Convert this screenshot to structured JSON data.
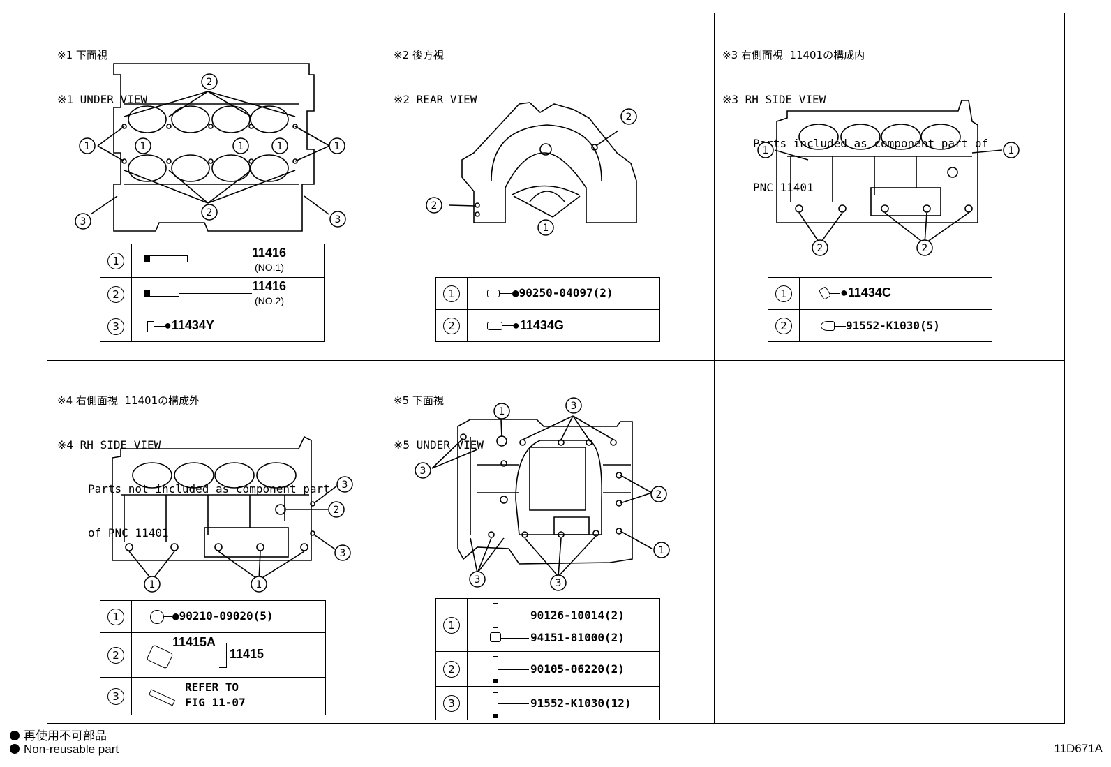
{
  "panels": {
    "p1": {
      "jp": "※1 下面視",
      "en": "※1 UNDER VIEW"
    },
    "p2": {
      "jp": "※2 後方視",
      "en": "※2 REAR VIEW"
    },
    "p3": {
      "jp": "※3 右側面視  11401の構成内",
      "en": "※3 RH SIDE VIEW",
      "desc1": "Parts included as component part of",
      "desc2": "PNC 11401"
    },
    "p4": {
      "jp": "※4 右側面視  11401の構成外",
      "en": "※4 RH SIDE VIEW",
      "desc1": "Parts not included as component part",
      "desc2": "of PNC 11401"
    },
    "p5": {
      "jp": "※5 下面視",
      "en": "※5 UNDER VIEW"
    }
  },
  "callouts": {
    "c1": "1",
    "c2": "2",
    "c3": "3"
  },
  "tables": {
    "p1": [
      {
        "n": "1",
        "pn": "11416",
        "sub": "(NO.1)"
      },
      {
        "n": "2",
        "pn": "11416",
        "sub": "(NO.2)"
      },
      {
        "n": "3",
        "pn": "●11434Y"
      }
    ],
    "p2": [
      {
        "n": "1",
        "pn": "●90250-04097(2)"
      },
      {
        "n": "2",
        "pn": "●11434G"
      }
    ],
    "p3": [
      {
        "n": "1",
        "pn": "●11434C"
      },
      {
        "n": "2",
        "pn": "91552-K1030(5)"
      }
    ],
    "p4": [
      {
        "n": "1",
        "pn": "●90210-09020(5)"
      },
      {
        "n": "2",
        "pn": "11415A",
        "pn2": "11415"
      },
      {
        "n": "3",
        "pn": "REFER TO",
        "pn2": "FIG 11-07"
      }
    ],
    "p5": [
      {
        "n": "1",
        "pn": "90126-10014(2)",
        "pn2": "94151-81000(2)"
      },
      {
        "n": "2",
        "pn": "90105-06220(2)"
      },
      {
        "n": "3",
        "pn": "91552-K1030(12)"
      }
    ]
  },
  "legend": {
    "jp": "再使用不可部品",
    "en": "Non-reusable part"
  },
  "figure_id": "11D671A",
  "icons": [
    "bolt-icon",
    "stud-icon",
    "plug-icon",
    "pin-icon",
    "nut-icon",
    "washer-icon",
    "filled-dot-icon"
  ]
}
